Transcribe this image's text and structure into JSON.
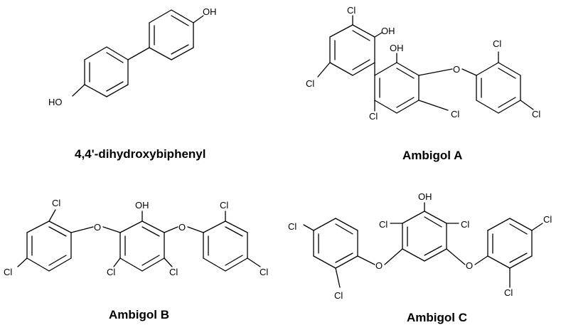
{
  "labels": {
    "biphenyl": "4,4'-dihydroxybiphenyl",
    "ambigol_a": "Ambigol A",
    "ambigol_b": "Ambigol B",
    "ambigol_c": "Ambigol C"
  },
  "atoms": {
    "oh": "OH",
    "ho": "HO",
    "cl": "Cl",
    "o": "O"
  }
}
